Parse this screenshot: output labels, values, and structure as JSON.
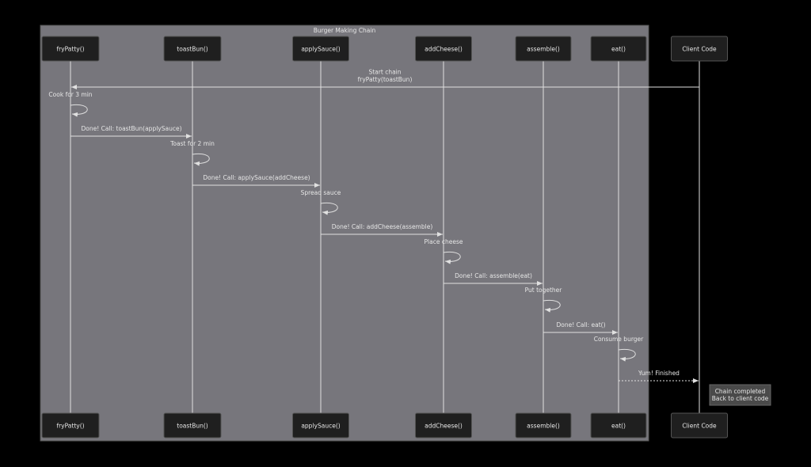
{
  "diagram": {
    "type": "sequence",
    "group_title": "Burger Making Chain",
    "participants": [
      "fryPatty()",
      "toastBun()",
      "applySauce()",
      "addCheese()",
      "assemble()",
      "eat()",
      "Client Code"
    ],
    "messages": [
      {
        "from": 6,
        "to": 0,
        "kind": "solid",
        "lines": [
          "Start chain",
          "fryPatty(toastBun)"
        ]
      },
      {
        "from": 0,
        "to": 0,
        "kind": "self",
        "lines": [
          "Cook for 3 min"
        ]
      },
      {
        "from": 0,
        "to": 1,
        "kind": "solid",
        "lines": [
          "Done! Call: toastBun(applySauce)"
        ]
      },
      {
        "from": 1,
        "to": 1,
        "kind": "self",
        "lines": [
          "Toast for 2 min"
        ]
      },
      {
        "from": 1,
        "to": 2,
        "kind": "solid",
        "lines": [
          "Done! Call: applySauce(addCheese)"
        ]
      },
      {
        "from": 2,
        "to": 2,
        "kind": "self",
        "lines": [
          "Spread sauce"
        ]
      },
      {
        "from": 2,
        "to": 3,
        "kind": "solid",
        "lines": [
          "Done! Call: addCheese(assemble)"
        ]
      },
      {
        "from": 3,
        "to": 3,
        "kind": "self",
        "lines": [
          "Place cheese"
        ]
      },
      {
        "from": 3,
        "to": 4,
        "kind": "solid",
        "lines": [
          "Done! Call: assemble(eat)"
        ]
      },
      {
        "from": 4,
        "to": 4,
        "kind": "self",
        "lines": [
          "Put together"
        ]
      },
      {
        "from": 4,
        "to": 5,
        "kind": "solid",
        "lines": [
          "Done! Call: eat()"
        ]
      },
      {
        "from": 5,
        "to": 5,
        "kind": "self",
        "lines": [
          "Consume burger"
        ]
      },
      {
        "from": 5,
        "to": 6,
        "kind": "dotted",
        "lines": [
          "Yum! Finished"
        ]
      }
    ],
    "note": {
      "over": 6,
      "lines": [
        "Chain completed",
        "Back to client code"
      ]
    },
    "colors": {
      "background": "#000000",
      "group_fill": "#77767c",
      "box_fill": "#1f1f1f",
      "line": "#e0e0e0",
      "note_fill": "#4a4a4a"
    }
  }
}
